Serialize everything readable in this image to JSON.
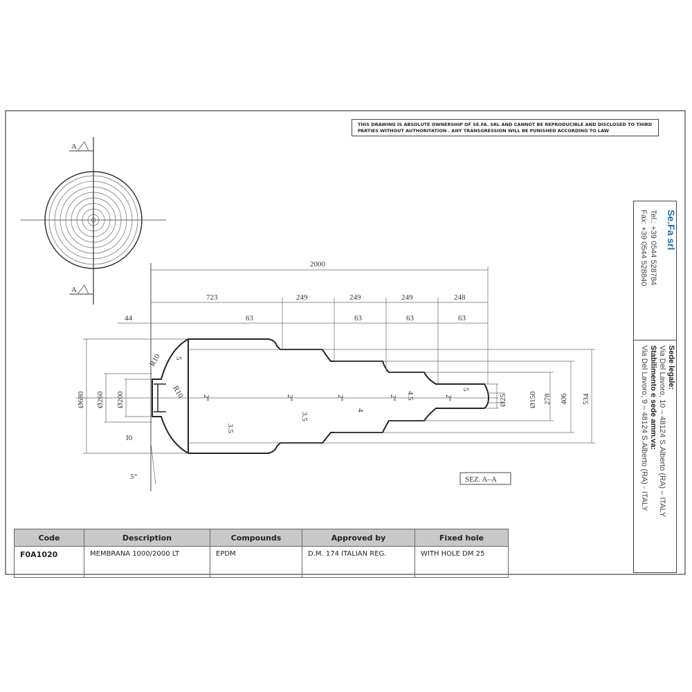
{
  "notice": "THIS DRAWING IS ABSOLUTE OWNERSHIP OF SE.FA. SRL AND CANNOT BE REPRODUCIBLE AND DISCLOSED TO THIRD PARTIES WITHOUT AUTHORITATION . ANY TRANSGRESSION WILL BE PUNISHED ACCORDING TO LAW",
  "company": {
    "name": "Se.Fa srl",
    "tel": "Tel.: +39 0544 528784",
    "fax": "Fax: +39 0544 528840",
    "legal_label": "Sede legale:",
    "legal_address": "Via Del Lavoro, 10 – 48124 S.Alberto (RA) – ITALY",
    "plant_label": "Stabilimento e sede amm.va:",
    "plant_address": "Via Del Lavoro, 9 – 48124 S.Alberto (RA) - ITALY"
  },
  "drawing": {
    "section_marker": "A",
    "section_label": "SEZ. A–A",
    "dims": {
      "total": "2000",
      "d723": "723",
      "d249a": "249",
      "d249b": "249",
      "d249c": "249",
      "d248": "248",
      "d44": "44",
      "d63a": "63",
      "d63b": "63",
      "d63c": "63",
      "d63d": "63",
      "o680": "Ø680",
      "o260": "Ø260",
      "o200": "Ø200",
      "i10": "I0",
      "ang5": "5°",
      "r10a": "R10",
      "r10b": "R10",
      "s5a": "5",
      "s5b": "5",
      "t35a": "3.5",
      "t35b": "3.5",
      "t4": "4",
      "t45": "4.5",
      "deg2": "2°",
      "o25": "Ø25",
      "o150": "Ø150",
      "d278": "278",
      "d406": "406",
      "d534": "534"
    }
  },
  "table": {
    "headers": [
      "Code",
      "Description",
      "Compounds",
      "Approved by",
      "Fixed hole"
    ],
    "row": [
      "F0A1020",
      "MEMBRANA 1000/2000 LT",
      "EPDM",
      "D.M. 174 ITALIAN REG.",
      "WITH HOLE DM 25"
    ]
  }
}
